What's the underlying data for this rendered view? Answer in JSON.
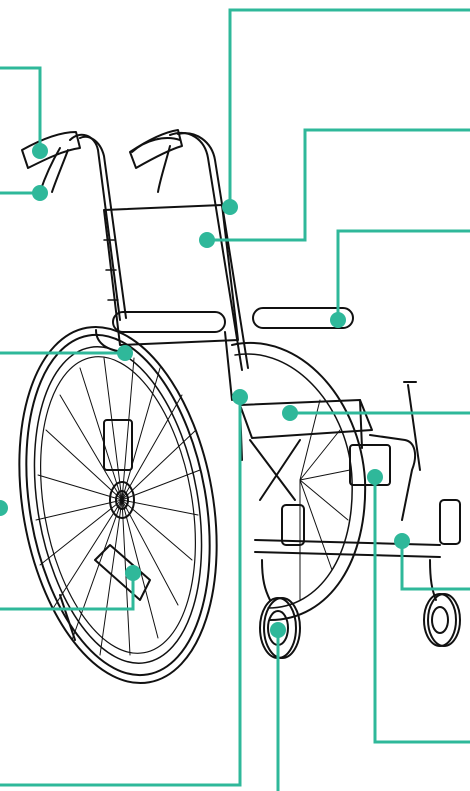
{
  "colors": {
    "callout": "#2fb89a",
    "drawing": "#111111",
    "background": "#ffffff"
  },
  "subject": "wheelchair-line-drawing",
  "callouts": [
    {
      "id": "push-handle-grip",
      "label": ""
    },
    {
      "id": "push-handle-brake-lever",
      "label": ""
    },
    {
      "id": "backrest-post",
      "label": ""
    },
    {
      "id": "backrest-upholstery",
      "label": ""
    },
    {
      "id": "armrest-pad",
      "label": ""
    },
    {
      "id": "side-guard",
      "label": ""
    },
    {
      "id": "rear-wheel",
      "label": ""
    },
    {
      "id": "seat-frame",
      "label": ""
    },
    {
      "id": "axle-plate",
      "label": ""
    },
    {
      "id": "footrest-hanger",
      "label": ""
    },
    {
      "id": "caster-fork",
      "label": ""
    },
    {
      "id": "wheel-lock",
      "label": ""
    },
    {
      "id": "front-caster",
      "label": ""
    },
    {
      "id": "cross-brace",
      "label": ""
    }
  ]
}
